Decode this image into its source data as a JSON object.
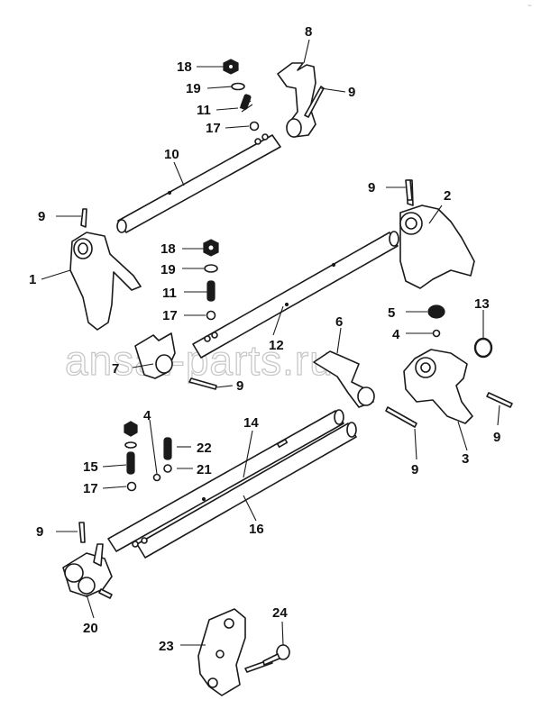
{
  "watermark": "ansat-parts.ru",
  "corner_mark": "~",
  "callouts": [
    "1",
    "2",
    "3",
    "4",
    "4",
    "5",
    "6",
    "7",
    "8",
    "9",
    "9",
    "9",
    "9",
    "9",
    "9",
    "9",
    "9",
    "10",
    "11",
    "11",
    "12",
    "13",
    "14",
    "15",
    "16",
    "17",
    "17",
    "17",
    "18",
    "18",
    "19",
    "19",
    "20",
    "21",
    "22",
    "23",
    "24"
  ]
}
